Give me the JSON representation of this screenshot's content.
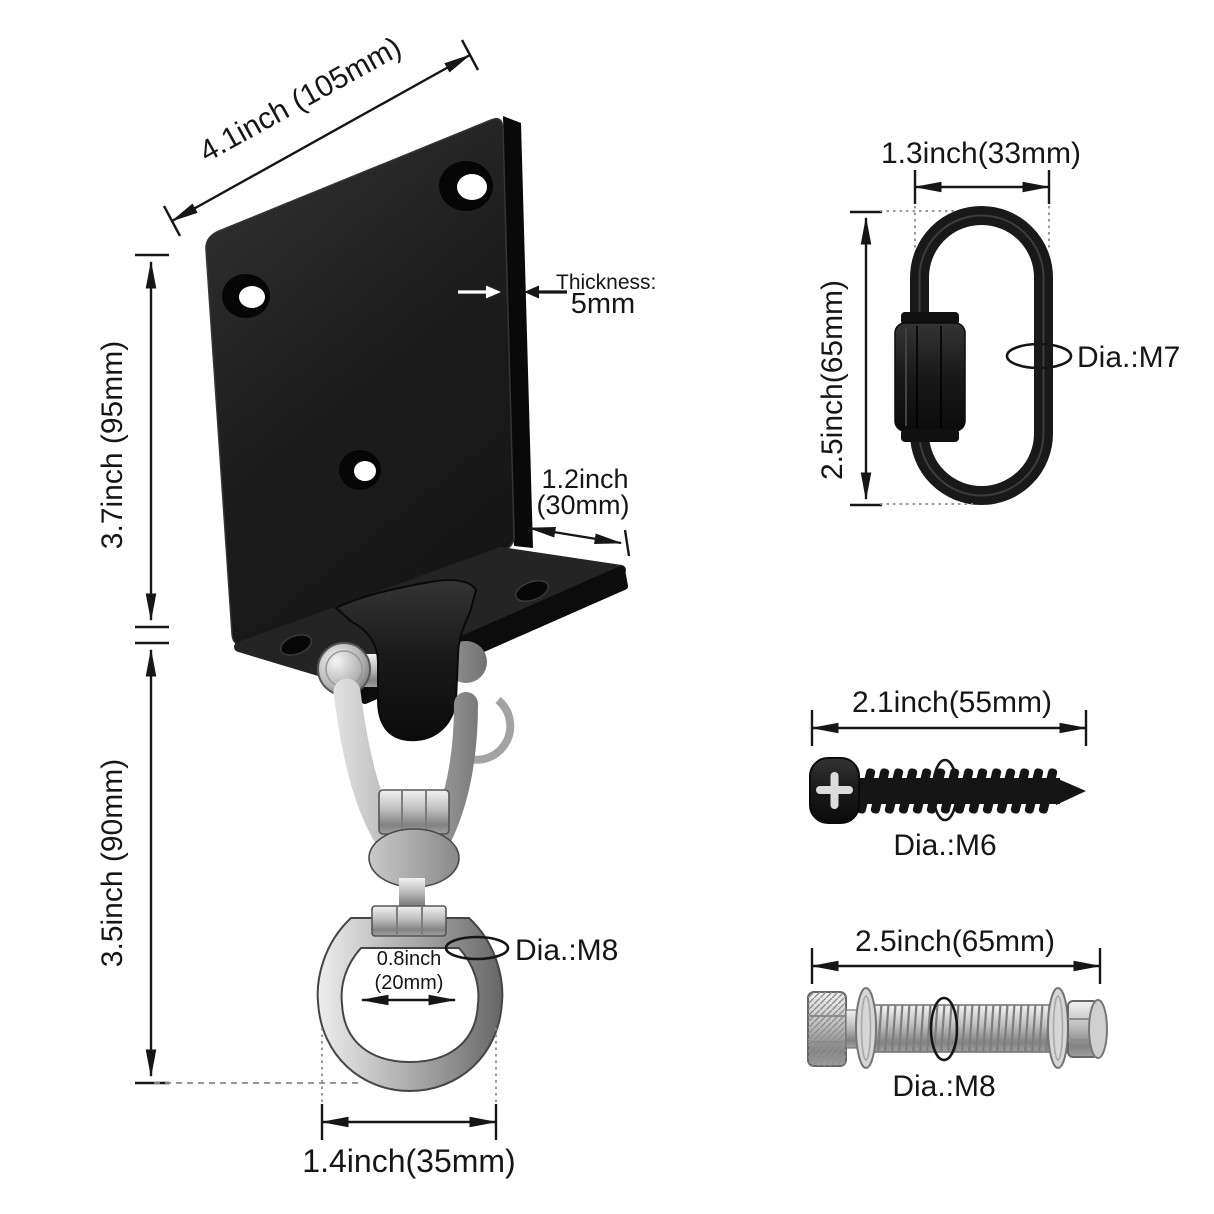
{
  "figure": {
    "type": "product-dimension-diagram",
    "bracket": {
      "top_width": "4.1inch (105mm)",
      "plate_height": "3.7inch (95mm)",
      "drop_height": "3.5inch (90mm)",
      "thickness_title": "Thickness:",
      "thickness_value": "5mm",
      "flange_depth_line1": "1.2inch",
      "flange_depth_line2": "(30mm)",
      "eye_inner_line1": "0.8inch",
      "eye_inner_line2": "(20mm)",
      "swivel_dia": "Dia.:M8",
      "eye_outer_width": "1.4inch(35mm)"
    },
    "quick_link": {
      "width": "1.3inch(33mm)",
      "height": "2.5inch(65mm)",
      "dia": "Dia.:M7"
    },
    "wood_screw": {
      "length": "2.1inch(55mm)",
      "dia": "Dia.:M6"
    },
    "hex_bolt": {
      "length": "2.5inch(65mm)",
      "dia": "Dia.:M8"
    },
    "colors": {
      "ink": "#161616",
      "metal_black": "#1b1b1b",
      "steel_light": "#ededed",
      "steel_dark": "#6f6f6f",
      "background": "#ffffff"
    }
  }
}
